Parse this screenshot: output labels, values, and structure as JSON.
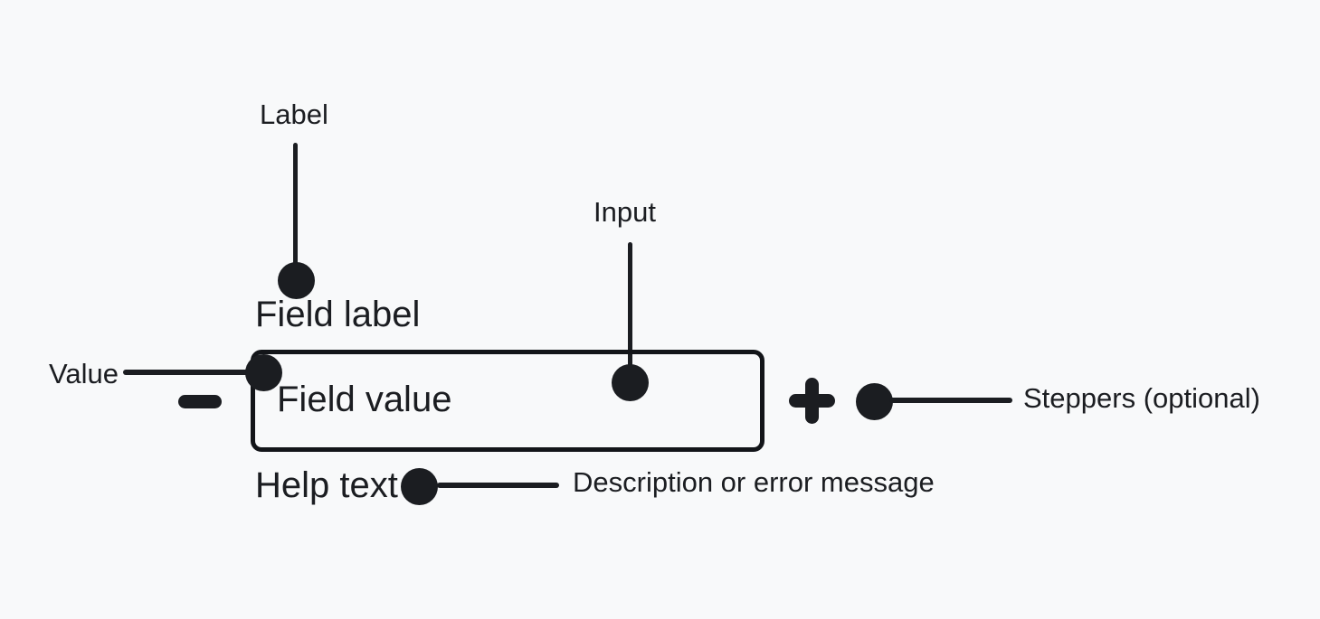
{
  "figure": {
    "title": "number-input-anatomy",
    "background_color": "#f8f9fa",
    "ink_color": "#1b1d21",
    "component": {
      "field_label": "Field label",
      "field_value": "Field value",
      "help_text": "Help text",
      "decrement_icon": "minus-icon",
      "increment_icon": "plus-icon"
    },
    "callouts": {
      "label": "Label",
      "input": "Input",
      "value": "Value",
      "steppers": "Steppers (optional)",
      "help": "Description or error message"
    }
  }
}
